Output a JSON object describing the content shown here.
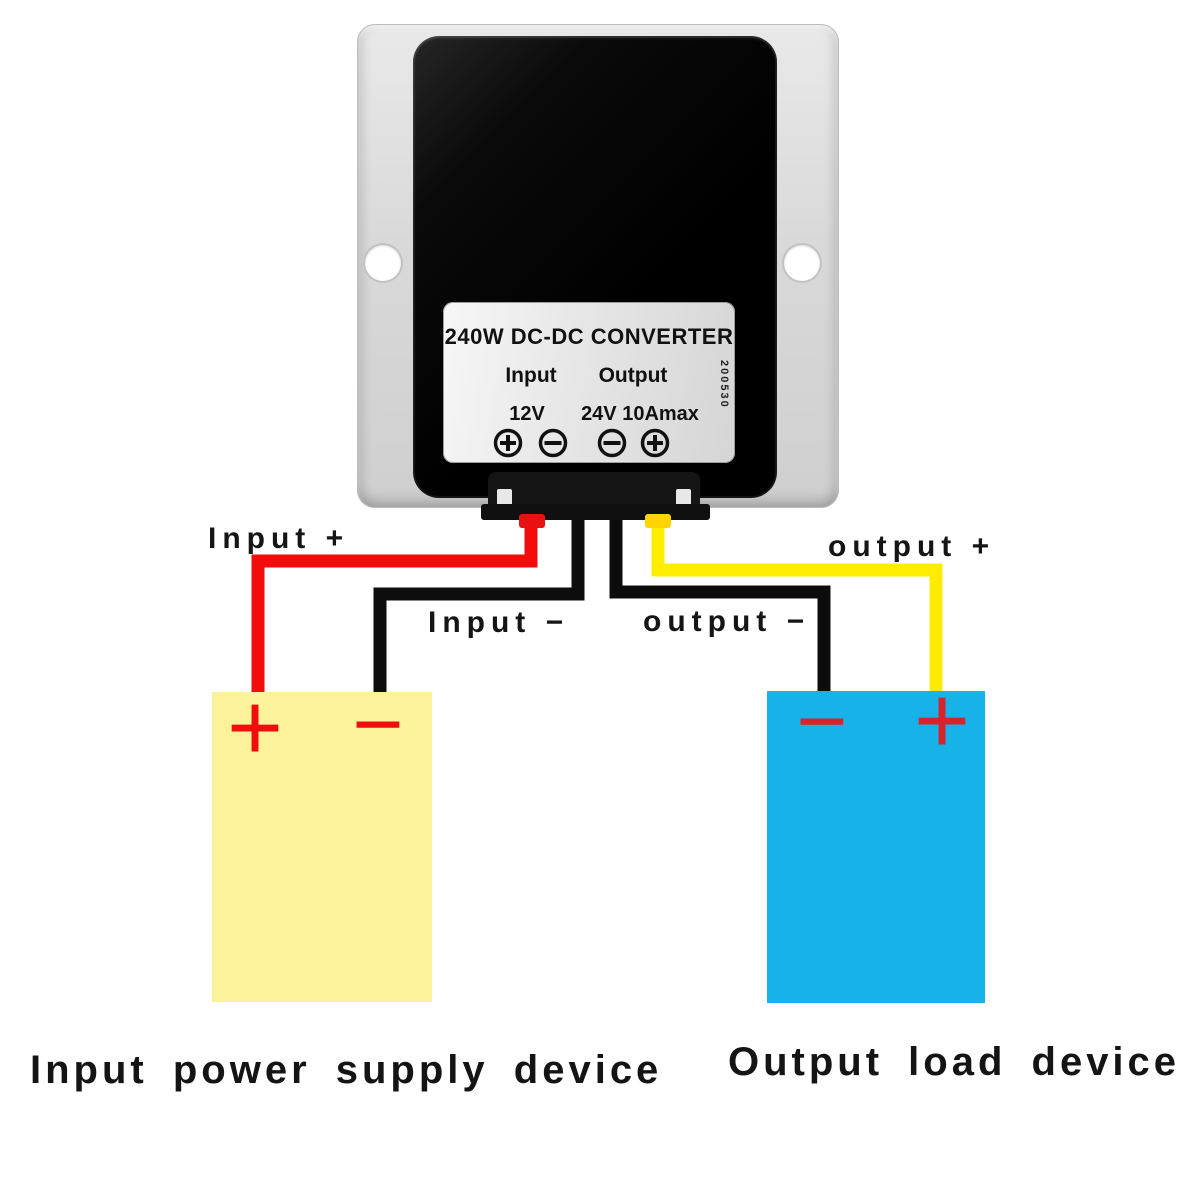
{
  "device": {
    "title": "240W DC-DC CONVERTER",
    "input_label": "Input",
    "output_label": "Output",
    "input_value": "12V",
    "output_value": "24V 10Amax",
    "serial": "200530",
    "terminal_order": [
      "plus",
      "minus",
      "minus",
      "plus"
    ]
  },
  "wire_labels": {
    "input_plus": "Input +",
    "input_minus": "Input −",
    "output_minus": "output −",
    "output_plus": "output +"
  },
  "wire_colors": {
    "input_plus": "#f20c0c",
    "input_minus": "#0d0d0d",
    "output_minus": "#0d0d0d",
    "output_plus": "#ffec00"
  },
  "input_box": {
    "caption": "Input power supply device",
    "fill": "#fbf29b",
    "left_terminal": "+",
    "right_terminal": "−",
    "symbol_color": "#f20c0c"
  },
  "output_box": {
    "caption": "Output load device",
    "fill": "#16b2e8",
    "left_terminal": "−",
    "right_terminal": "+",
    "symbol_color": "#d8232a"
  }
}
